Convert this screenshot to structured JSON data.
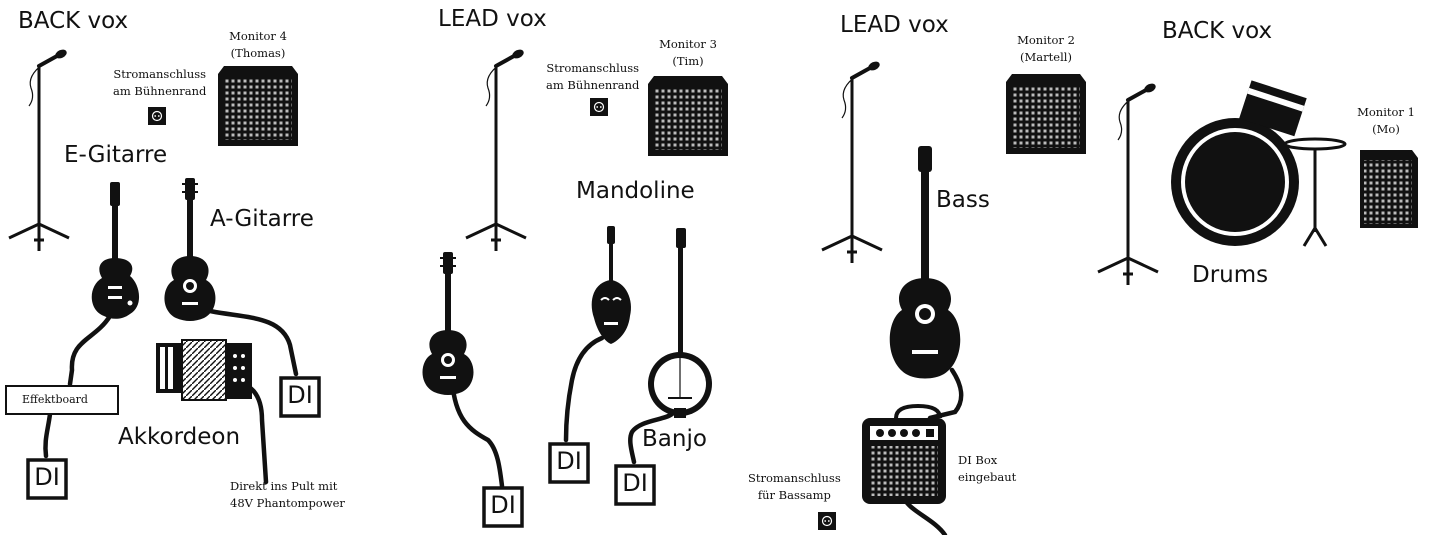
{
  "labels": {
    "back_vox_left": "BACK vox",
    "lead_vox_mid": "LEAD vox",
    "lead_vox_right": "LEAD vox",
    "back_vox_right": "BACK vox",
    "e_gitarre": "E-Gitarre",
    "a_gitarre": "A-Gitarre",
    "akkordeon": "Akkordeon",
    "mandoline": "Mandoline",
    "banjo": "Banjo",
    "bass": "Bass",
    "drums": "Drums",
    "effektboard": "Effektboard",
    "di": "DI"
  },
  "monitors": [
    {
      "line1": "Monitor 4",
      "line2": "(Thomas)"
    },
    {
      "line1": "Monitor 3",
      "line2": "(Tim)"
    },
    {
      "line1": "Monitor 2",
      "line2": "(Martell)"
    },
    {
      "line1": "Monitor 1",
      "line2": "(Mo)"
    }
  ],
  "notes": {
    "power_left_1": "Stromanschluss",
    "power_left_2": "am Bühnenrand",
    "power_mid_1": "Stromanschluss",
    "power_mid_2": "am Bühnenrand",
    "power_bass_1": "Stromanschluss",
    "power_bass_2": "für Bassamp",
    "akk_note_1": "Direkt ins Pult mit",
    "akk_note_2": "48V Phantompower",
    "dibox_1": "DI Box",
    "dibox_2": "eingebaut"
  }
}
